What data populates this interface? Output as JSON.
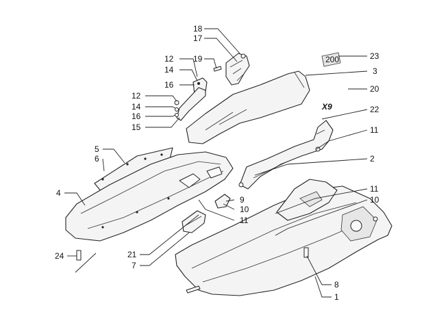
{
  "diagram": {
    "callouts": [
      {
        "id": "c18",
        "text": "18"
      },
      {
        "id": "c17",
        "text": "17"
      },
      {
        "id": "c19",
        "text": "19"
      },
      {
        "id": "c12a",
        "text": "12"
      },
      {
        "id": "c14a",
        "text": "14"
      },
      {
        "id": "c16a",
        "text": "16"
      },
      {
        "id": "c12b",
        "text": "12"
      },
      {
        "id": "c14b",
        "text": "14"
      },
      {
        "id": "c16b",
        "text": "16"
      },
      {
        "id": "c15",
        "text": "15"
      },
      {
        "id": "c23",
        "text": "23"
      },
      {
        "id": "c3",
        "text": "3"
      },
      {
        "id": "c20",
        "text": "20"
      },
      {
        "id": "c22",
        "text": "22"
      },
      {
        "id": "c11a",
        "text": "11"
      },
      {
        "id": "c2",
        "text": "2"
      },
      {
        "id": "c5",
        "text": "5"
      },
      {
        "id": "c6",
        "text": "6"
      },
      {
        "id": "c4",
        "text": "4"
      },
      {
        "id": "c9",
        "text": "9"
      },
      {
        "id": "c10a",
        "text": "10"
      },
      {
        "id": "c11b",
        "text": "11"
      },
      {
        "id": "c11c",
        "text": "11"
      },
      {
        "id": "c10b",
        "text": "10"
      },
      {
        "id": "c21",
        "text": "21"
      },
      {
        "id": "c7",
        "text": "7"
      },
      {
        "id": "c24",
        "text": "24"
      },
      {
        "id": "c8",
        "text": "8"
      },
      {
        "id": "c1",
        "text": "1"
      }
    ],
    "logo_text": "X9",
    "badge_text": "200"
  }
}
